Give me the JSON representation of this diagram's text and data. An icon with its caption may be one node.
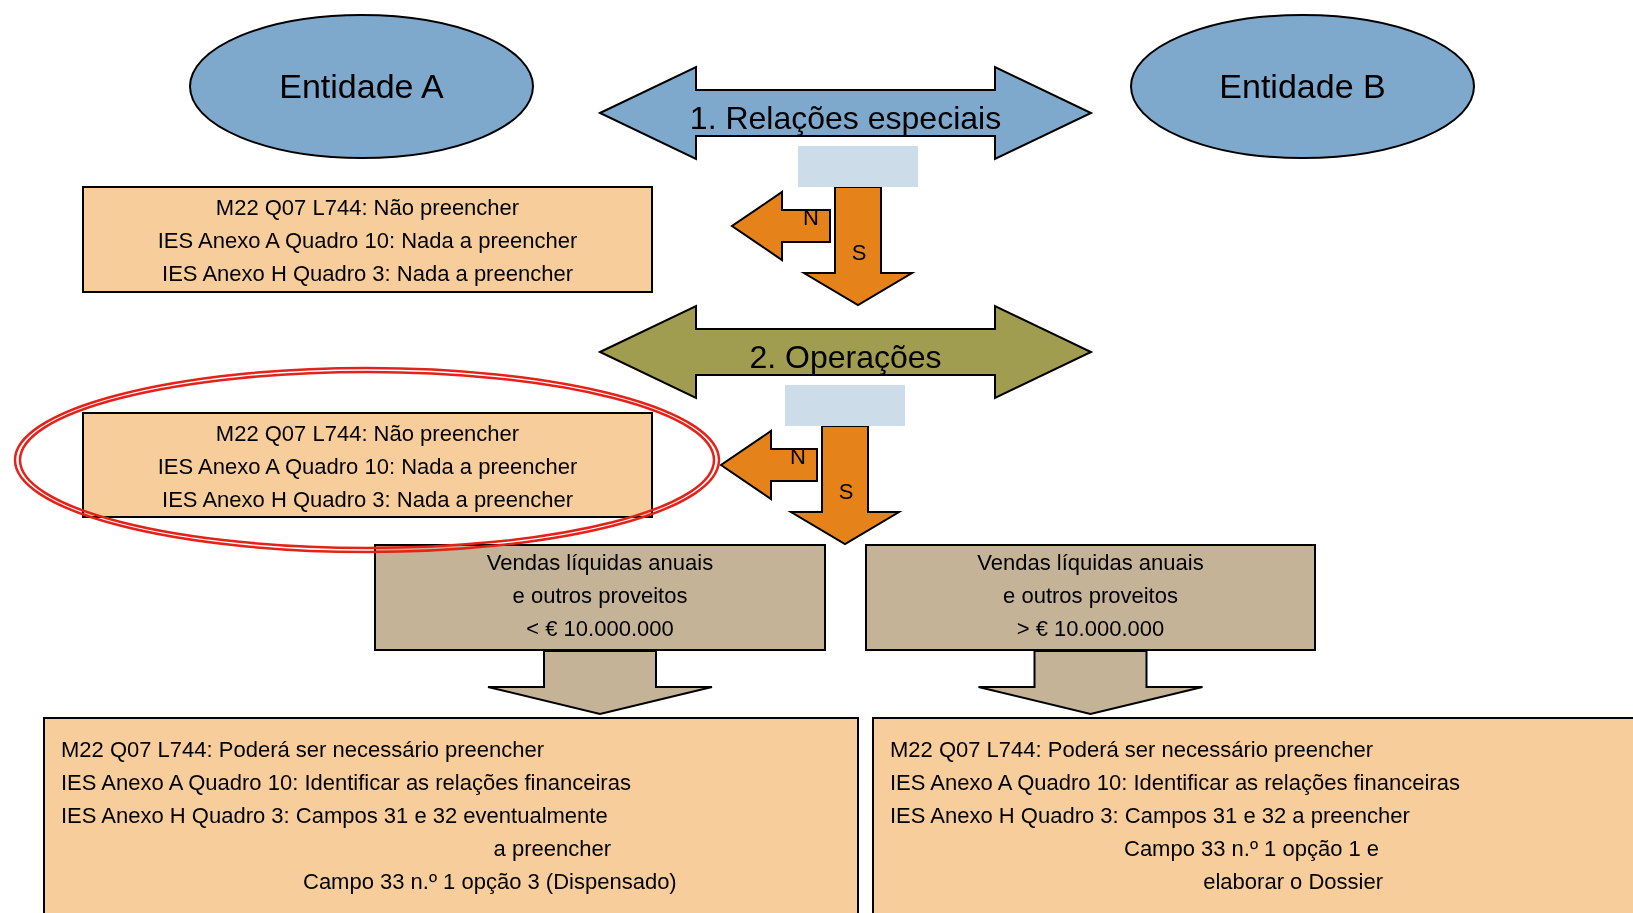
{
  "diagram": {
    "nodes": [
      {
        "text": [
          "Entidade A"
        ]
      },
      {
        "text": [
          "Entidade B"
        ]
      },
      {
        "text": [
          "1. Relações especiais"
        ]
      },
      {
        "text": [],
        "shape": "box"
      },
      {
        "text": [
          "M22 Q07 L744: Não preencher",
          "IES Anexo A Quadro 10: Nada a preencher",
          "IES Anexo H Quadro 3: Nada a preencher"
        ]
      },
      {
        "text": [
          "2. Operações"
        ]
      },
      {
        "text": [],
        "shape": "box"
      },
      {
        "text": [
          "M22 Q07 L744: Não preencher",
          "IES Anexo A Quadro 10: Nada a preencher",
          "IES Anexo H Quadro 3: Nada a preencher"
        ]
      },
      {
        "text": [
          "Vendas líquidas anuais",
          "e outros proveitos",
          "< € 10.000.000"
        ]
      },
      {
        "text": [
          "Vendas líquidas anuais",
          "e outros proveitos",
          "> € 10.000.000"
        ]
      },
      {
        "text": [
          "M22 Q07 L744: Poderá ser necessário preencher",
          "IES Anexo A Quadro 10: Identificar as relações financeiras",
          "IES Anexo H Quadro 3: Campos 31 e 32 eventualmente a preencher",
          "Campo 33 n.º 1 opção 3 (Dispensado)"
        ]
      },
      {
        "text": [
          "M22 Q07 L744: Poderá ser necessário preencher",
          "IES Anexo A Quadro 10:  Identificar as relações financeiras",
          "IES Anexo H Quadro 3: Campos 31 e 32 a preencher",
          "Campo 33 n.º 1 opção 1 e elaborar o Dossier"
        ]
      }
    ],
    "edges": [
      {
        "from": 3,
        "to": 4,
        "arrow": "to",
        "label": "N"
      },
      {
        "from": 3,
        "to": 5,
        "arrow": "to",
        "label": "S"
      },
      {
        "from": 6,
        "to": 7,
        "arrow": "to",
        "label": "N"
      },
      {
        "from": 6,
        "to": null,
        "arrow": "to",
        "label": "S"
      },
      {
        "from": 8,
        "to": 10,
        "arrow": "to",
        "color": "#c4b397"
      },
      {
        "from": 9,
        "to": 11,
        "arrow": "to",
        "color": "#c4b397"
      }
    ]
  }
}
